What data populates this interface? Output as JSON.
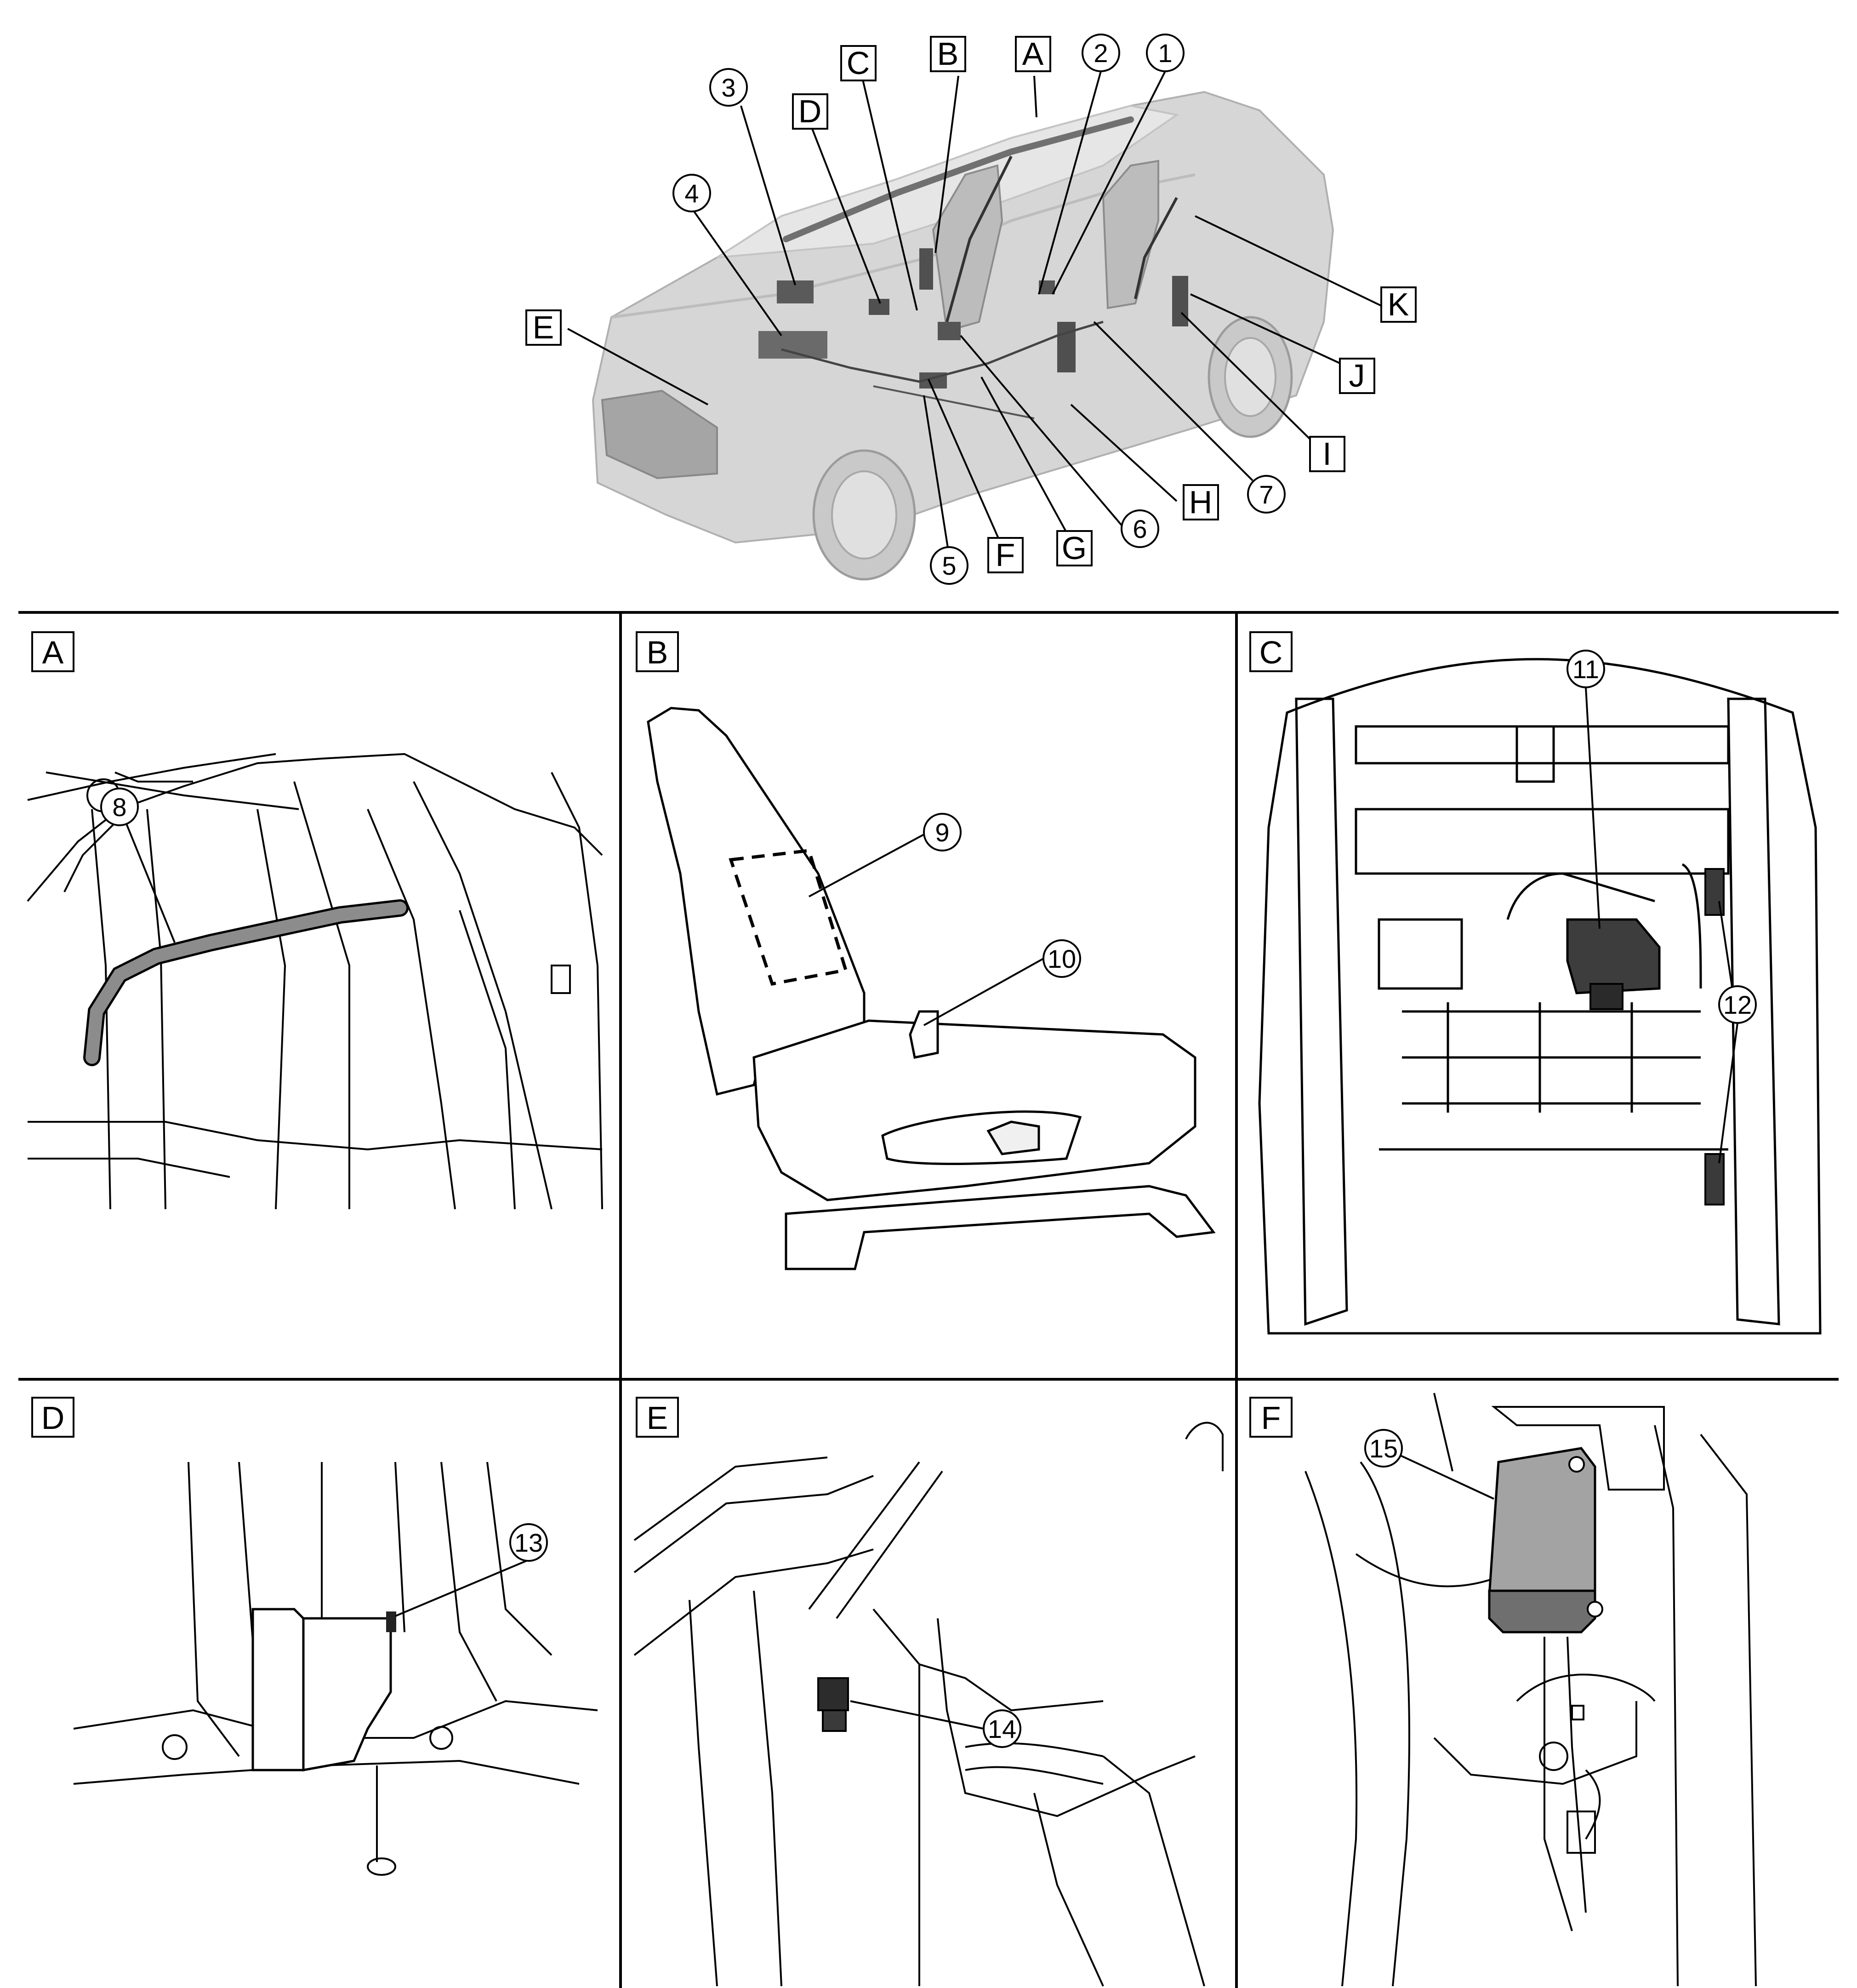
{
  "overview": {
    "square_labels": [
      "A",
      "B",
      "C",
      "D",
      "E",
      "F",
      "G",
      "H",
      "I",
      "J",
      "K"
    ],
    "circle_labels": [
      "1",
      "2",
      "3",
      "4",
      "5",
      "6",
      "7"
    ]
  },
  "panels": {
    "A": {
      "tag": "A",
      "callout": "8"
    },
    "B": {
      "tag": "B",
      "callouts": [
        "9",
        "10"
      ]
    },
    "C": {
      "tag": "C",
      "callouts": [
        "11",
        "12"
      ]
    },
    "D": {
      "tag": "D",
      "callout": "13"
    },
    "E": {
      "tag": "E",
      "callout": "14"
    },
    "F": {
      "tag": "F",
      "callout": "15"
    }
  },
  "colors": {
    "ink": "#000000",
    "component_fill": "#9a9a9a",
    "car_body": "#d6d6d6"
  }
}
